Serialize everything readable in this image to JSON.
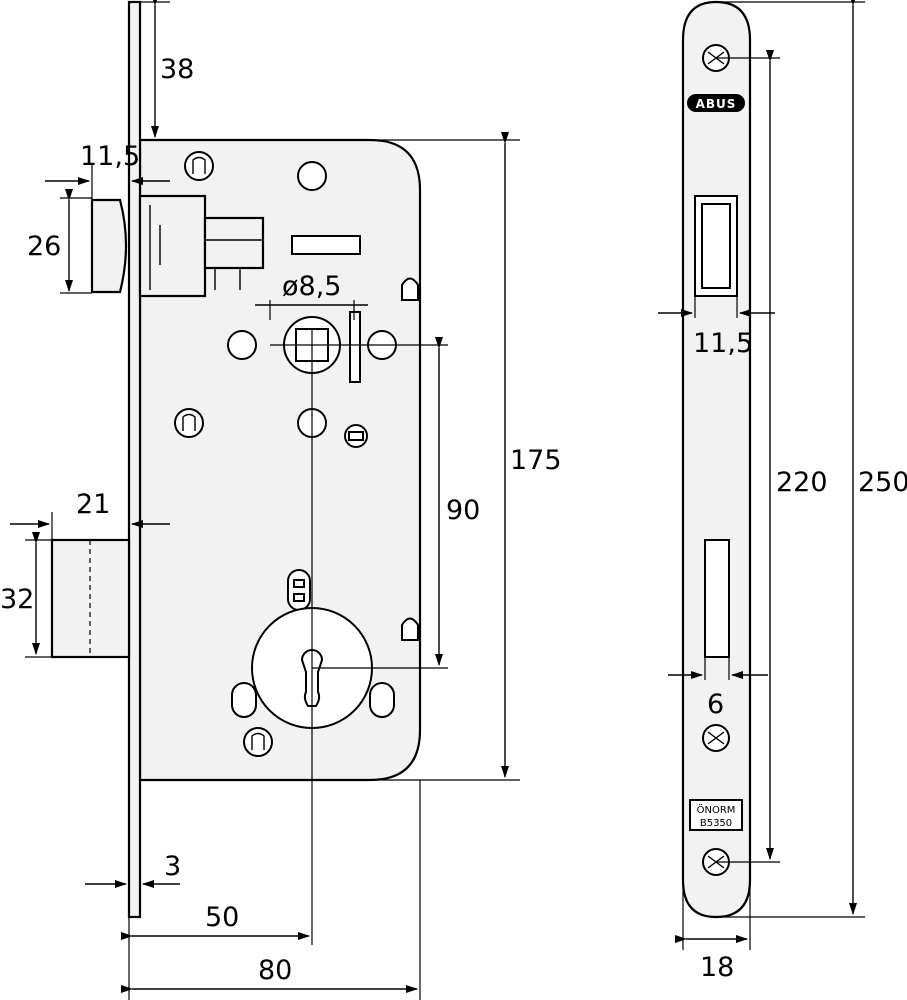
{
  "brand_logo": "ABUS",
  "plate_label": {
    "line1": "ÖNORM",
    "line2": "B5350"
  },
  "dimensions": {
    "top_offset": "38",
    "latch_projection": "11,5",
    "latch_height": "26",
    "spindle_diameter": "ø8,5",
    "body_height": "175",
    "center_distance": "90",
    "bolt_projection": "21",
    "bolt_height": "32",
    "plate_thickness": "3",
    "backset": "50",
    "case_depth": "80",
    "front_latch_projection": "11,5",
    "front_bolt_width": "6",
    "screw_distance": "220",
    "plate_length": "250",
    "plate_width": "18"
  }
}
